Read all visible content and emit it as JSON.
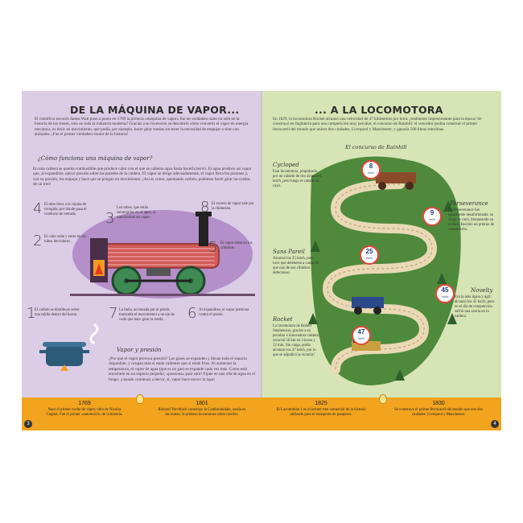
{
  "left": {
    "title": "DE LA MÁQUINA DE VAPOR...",
    "intro": "El científico escocés James Watt puso a punto en 1769 la primera «máquina de vapor» fue un verdadero salto no sólo en la historia de los trenes, sino en toda la industria moderna! Gracias a su invención se descubrió cómo convertir el vapor en energía mecánica, es decir en movimiento, que podía, por ejemplo, hacer girar ruedas sin tener la necesidad de empujar o tirar con animales. ¡Fue el primer verdadero motor de la historia!",
    "how_title": "¿Cómo funciona una máquina de vapor?",
    "how_text": "En una caldera se quema combustible que produce calor con el que se calienta agua hasta hacerla hervir. El agua produce así vapor que, al expandirse, ejerce presión sobre las paredes de la caldera. El vapor se dirige adecuadamente, el vapor lleva los pistones y, con su presión, los empuja y hace que se pongan en movimiento. ¡Así es como, quemando carbón, podemos hacer girar las ruedas de un tren!",
    "steps": [
      {
        "n": "4",
        "text": "El tubo lleva a la cúpula de recogida, por donde pasa el conducto de entrada."
      },
      {
        "n": "3",
        "text": "Los tubos, que están sumergidos en el agua, la transforman en vapor."
      },
      {
        "n": "8",
        "text": "El exceso de vapor sale por la chimenea."
      },
      {
        "n": "2",
        "text": "El calor sube y entra en los tubos hervidores."
      },
      {
        "n": "5",
        "text": "El vapor entra en los cilindros."
      },
      {
        "n": "1",
        "text": "El carbón se distribuye sobre una rejilla dentro del horno."
      },
      {
        "n": "7",
        "text": "La biela, accionada por el pistón, transmite el movimiento a un eje de codo que hace girar la rueda."
      },
      {
        "n": "6",
        "text": "Al expandirse, el vapor presiona contra el pistón."
      }
    ],
    "pressure_title": "Vapor y presión",
    "pressure_text": "¿Por qué el vapor provoca presión? Los gases se expanden y llenan todo el espacio disponible, y ocupan más si están calientes que si están fríos. Al aumentar la temperatura, el vapor de agua (que es un gas) se expande cada vez más. Como está encerrado en un espacio pequeño, «presiona» para salir! Fíjate en una olla de agua en el fuego: ¡cuando comienza a hervir, sí, vapor hace mover la tapa!",
    "page_num": "3"
  },
  "right": {
    "title": "... A LA LOCOMOTORA",
    "intro": "En 1829, la locomotora Rocket alcanzó una velocidad de 47 kilómetros por hora: ¡realmente impresionante para la época! Se construyó en Inglaterra para una competición muy peculiar, el concurso de Rainhill: el vencedor podría construir el primer ferrocarril del mundo que uniera dos ciudades, Liverpool y Manchester, y ganaría 500 libras esterlinas.",
    "contest_title": "El concurso de Rainhill",
    "entries": [
      {
        "name": "Cycloped",
        "text": "Esta locomotora, propulsada por un caballo de tiro alcanzó 8 km/h, pero luego el caballo se cayó."
      },
      {
        "name": "Perseverance",
        "text": "La Perseverance fue igualmente desafortunada: su carga se cayó, bloqueando su avance. Recibió un premio de consolación."
      },
      {
        "name": "Sans Pareil",
        "text": "Alcanzó los 25 km/h, pero tuvo que detenerse a causa de que uno de sus cilindros defectuoso."
      },
      {
        "name": "Novelty",
        "text": "Era la más ligera y ágil: alcanzó los 45 km/h, pero en el día de competición sufrió una avería en la caldera."
      },
      {
        "name": "Rocket",
        "text": "La locomotora de Robert Stephenson, gracias a su peculiar e innovadora caldera, recorrió 56 km en 3 horas y 12 min. Sin carga, podía alcanzar los 47 km/h, por lo que se adjudicó la victoria!"
      }
    ],
    "speeds": [
      {
        "value": "8",
        "unit": "km/h"
      },
      {
        "value": "9",
        "unit": "km/h"
      },
      {
        "value": "25",
        "unit": "km/h"
      },
      {
        "value": "45",
        "unit": "km/h"
      },
      {
        "value": "47",
        "unit": "km/h"
      }
    ],
    "page_num": "4"
  },
  "timeline": [
    {
      "year": "1769",
      "text": "Nace el primer coche de vapor, obra de Nicolas Cugnot. Fue el primer «automóvil» de la historia."
    },
    {
      "year": "1801",
      "text": "Richard Trevithick construye la Coalbrookdale, usada en las minas: la primera locomotora sobre carriles."
    },
    {
      "year": "1825",
      "text": "El Locomotion 1 es el primer tren comercial de la historia utilizado para el transporte de pasajeros."
    },
    {
      "year": "1830",
      "text": "Se construye el primer ferrocarril del mundo que une dos ciudades: Liverpool y Manchester."
    }
  ],
  "colors": {
    "left_bg": "#dccde6",
    "right_bg": "#d7e5b6",
    "timeline": "#f2a41f",
    "track": "#4f8a3c",
    "accent": "#e9443a"
  }
}
